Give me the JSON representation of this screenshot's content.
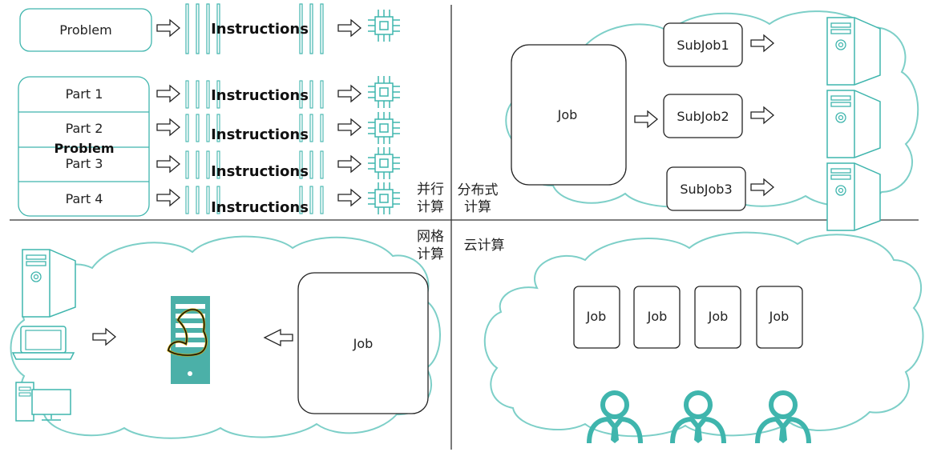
{
  "quadrants": {
    "parallel": {
      "caption_line1": "并行",
      "caption_line2": "计算",
      "single_problem_label": "Problem",
      "instructions_label": "Instructions",
      "parts": [
        "Part 1",
        "Part 2",
        "Part 3",
        "Part 4"
      ],
      "split_problem_label": "Problem"
    },
    "distributed": {
      "caption_line1": "分布式",
      "caption_line2": "计算",
      "job_label": "Job",
      "subjobs": [
        "SubJob1",
        "SubJob2",
        "SubJob3"
      ]
    },
    "grid": {
      "caption_line1": "网格",
      "caption_line2": "计算",
      "job_label": "Job"
    },
    "cloud": {
      "caption": "云计算",
      "jobs": [
        "Job",
        "Job",
        "Job",
        "Job"
      ]
    }
  },
  "colors": {
    "teal": "#3fb5ad",
    "teal_fill": "#4bb0a8",
    "black": "#222222"
  },
  "icons": [
    "arrow-right-icon",
    "chip-icon",
    "server-tower-icon",
    "laptop-icon",
    "desktop-icon",
    "strong-arm-icon",
    "user-icon"
  ]
}
